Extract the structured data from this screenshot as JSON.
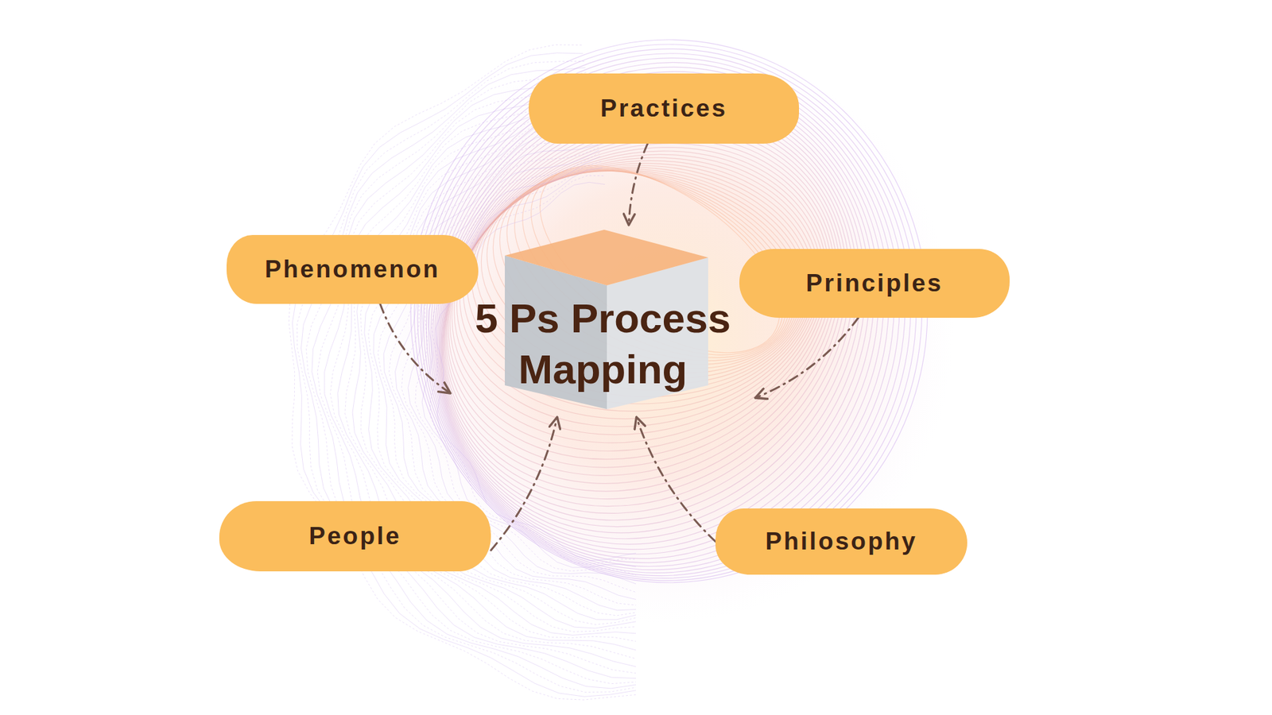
{
  "diagram": {
    "nodes": [
      {
        "text": [
          "Practices"
        ]
      },
      {
        "text": [
          "Phenomenon"
        ]
      },
      {
        "text": [
          "Principles"
        ]
      },
      {
        "text": [
          "5 Ps Process Mapping"
        ]
      },
      {
        "text": [
          "People"
        ]
      },
      {
        "text": [
          "Philosophy"
        ]
      }
    ],
    "edges": [
      {
        "from": 0,
        "to": 3,
        "arrow": "to"
      },
      {
        "from": 1,
        "to": 3,
        "arrow": "to"
      },
      {
        "from": 2,
        "to": 3,
        "arrow": "to"
      },
      {
        "from": 4,
        "to": 3,
        "arrow": "to"
      },
      {
        "from": 5,
        "to": 3,
        "arrow": "to"
      }
    ]
  }
}
